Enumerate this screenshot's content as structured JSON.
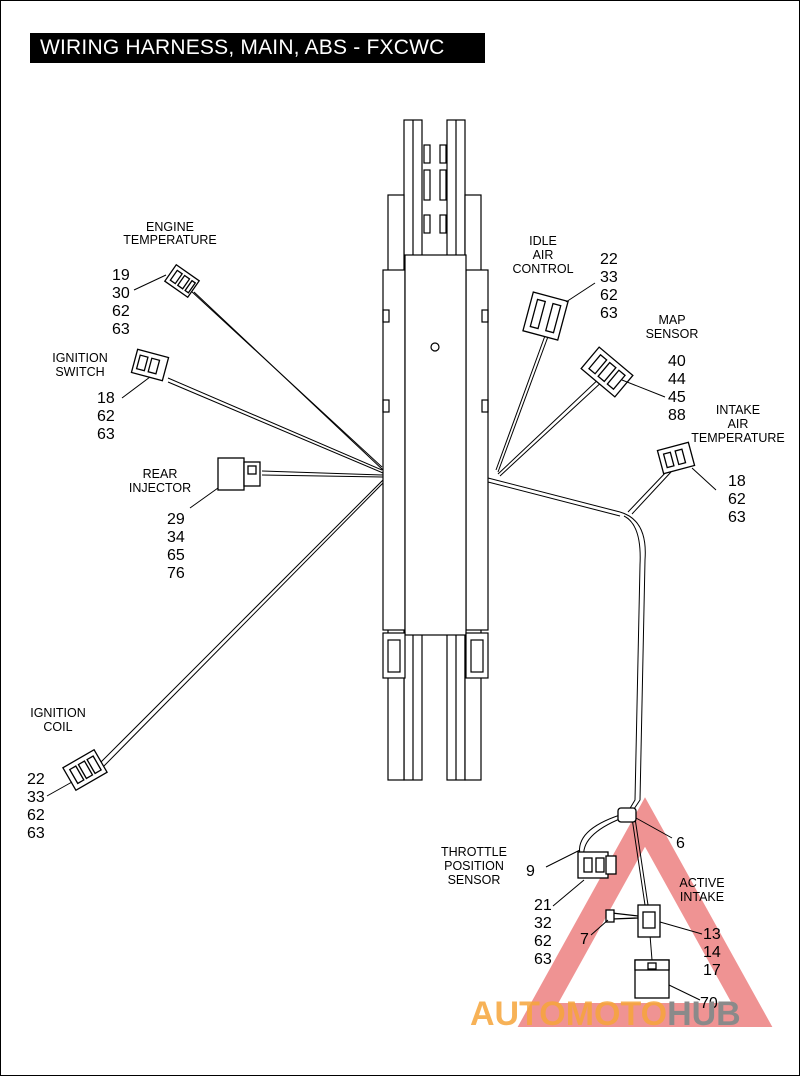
{
  "title": "WIRING HARNESS, MAIN, ABS - FXCWC",
  "components": {
    "engine_temperature": {
      "label": [
        "ENGINE",
        "TEMPERATURE"
      ],
      "parts": [
        "19",
        "30",
        "62",
        "63"
      ]
    },
    "ignition_switch": {
      "label": [
        "IGNITION",
        "SWITCH"
      ],
      "parts": [
        "18",
        "62",
        "63"
      ]
    },
    "rear_injector": {
      "label": [
        "REAR",
        "INJECTOR"
      ],
      "parts": [
        "29",
        "34",
        "65",
        "76"
      ]
    },
    "ignition_coil": {
      "label": [
        "IGNITION",
        "COIL"
      ],
      "parts": [
        "22",
        "33",
        "62",
        "63"
      ]
    },
    "idle_air_control": {
      "label": [
        "IDLE",
        "AIR",
        "CONTROL"
      ],
      "parts": [
        "22",
        "33",
        "62",
        "63"
      ]
    },
    "map_sensor": {
      "label": [
        "MAP",
        "SENSOR"
      ],
      "parts": [
        "40",
        "44",
        "45",
        "88"
      ]
    },
    "intake_air_temperature": {
      "label": [
        "INTAKE",
        "AIR",
        "TEMPERATURE"
      ],
      "parts": [
        "18",
        "62",
        "63"
      ]
    },
    "throttle_position_sensor": {
      "label": [
        "THROTTLE",
        "POSITION",
        "SENSOR"
      ],
      "parts": [
        "21",
        "32",
        "62",
        "63"
      ],
      "clip_part": "9"
    },
    "active_intake": {
      "label": [
        "ACTIVE",
        "INTAKE"
      ],
      "parts": [
        "13",
        "14",
        "17"
      ],
      "screw_part": "7"
    },
    "harness_clip": {
      "part": "6"
    },
    "connector_bottom": {
      "part": "70"
    }
  },
  "watermark": {
    "part1": "AUTOMOTO",
    "part2": "HUB",
    "color_red": "#e23b3b",
    "color_orange": "#f6a53a",
    "color_grey": "#8a8a8a"
  }
}
